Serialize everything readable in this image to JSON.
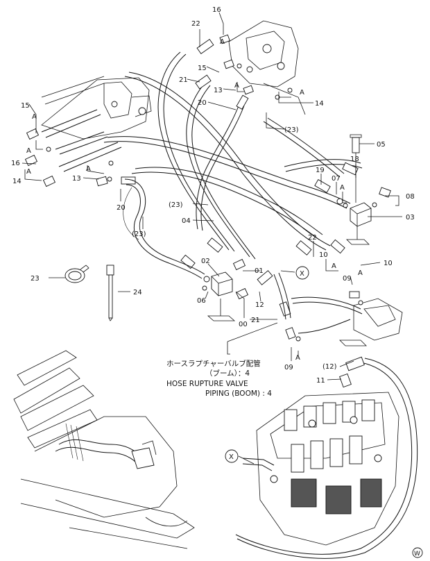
{
  "diagram": {
    "caption": {
      "jp_line1": "ホースラプチャーバルブ配管",
      "jp_line2": "（ブーム）：4",
      "en_line1": "HOSE RUPTURE VALVE",
      "en_line2": "PIPING (BOOM) : 4"
    },
    "corner_mark": "W",
    "detail_marker": "X",
    "callouts": [
      "16",
      "22",
      "A",
      "15",
      "21",
      "13",
      "A",
      "A",
      "14",
      "20",
      "(23)",
      "15",
      "A",
      "16",
      "A",
      "14",
      "A",
      "13",
      "A",
      "20",
      "(23)",
      "05",
      "18",
      "19",
      "07",
      "A",
      "08",
      "03",
      "(23)",
      "04",
      "22",
      "10",
      "10",
      "02",
      "01",
      "X",
      "A",
      "09",
      "A",
      "23",
      "24",
      "06",
      "12",
      "00",
      "21",
      "09",
      "A",
      "(12)",
      "11",
      "X"
    ]
  }
}
